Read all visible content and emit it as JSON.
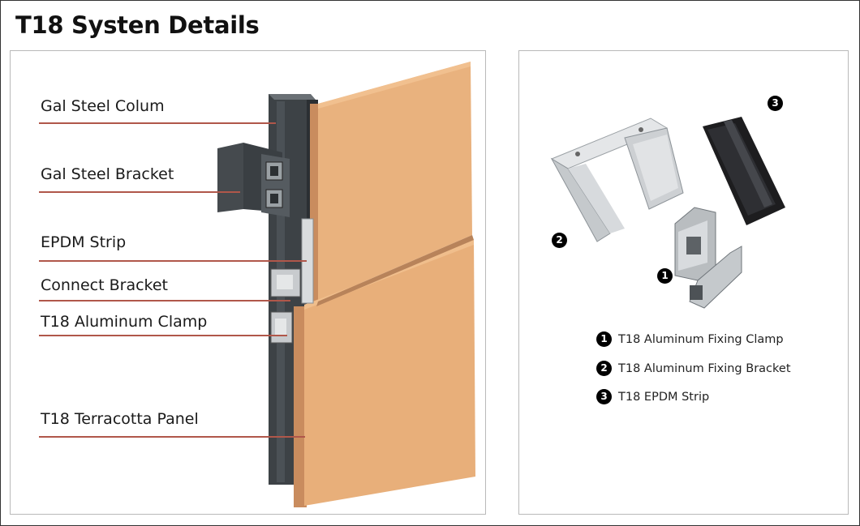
{
  "title": "T18 Systen Details",
  "diagram_labels": [
    {
      "id": "gal-steel-column",
      "text": "Gal Steel Colum"
    },
    {
      "id": "gal-steel-bracket",
      "text": "Gal Steel Bracket"
    },
    {
      "id": "epdm-strip",
      "text": "EPDM Strip"
    },
    {
      "id": "connect-bracket",
      "text": "Connect Bracket"
    },
    {
      "id": "aluminum-clamp",
      "text": "T18 Aluminum Clamp"
    },
    {
      "id": "terracotta-panel",
      "text": "T18 Terracotta Panel"
    }
  ],
  "parts_badges": [
    "1",
    "2",
    "3"
  ],
  "legend": [
    {
      "number": "1",
      "text": "T18 Aluminum Fixing Clamp"
    },
    {
      "number": "2",
      "text": "T18 Aluminum Fixing Bracket"
    },
    {
      "number": "3",
      "text": "T18 EPDM Strip"
    }
  ],
  "colors": {
    "terracotta": "#e9b27e",
    "steel": "#3d4246",
    "leader_line": "#b0574a",
    "aluminum": "#c9ccd0",
    "epdm": "#1d1d1f"
  }
}
